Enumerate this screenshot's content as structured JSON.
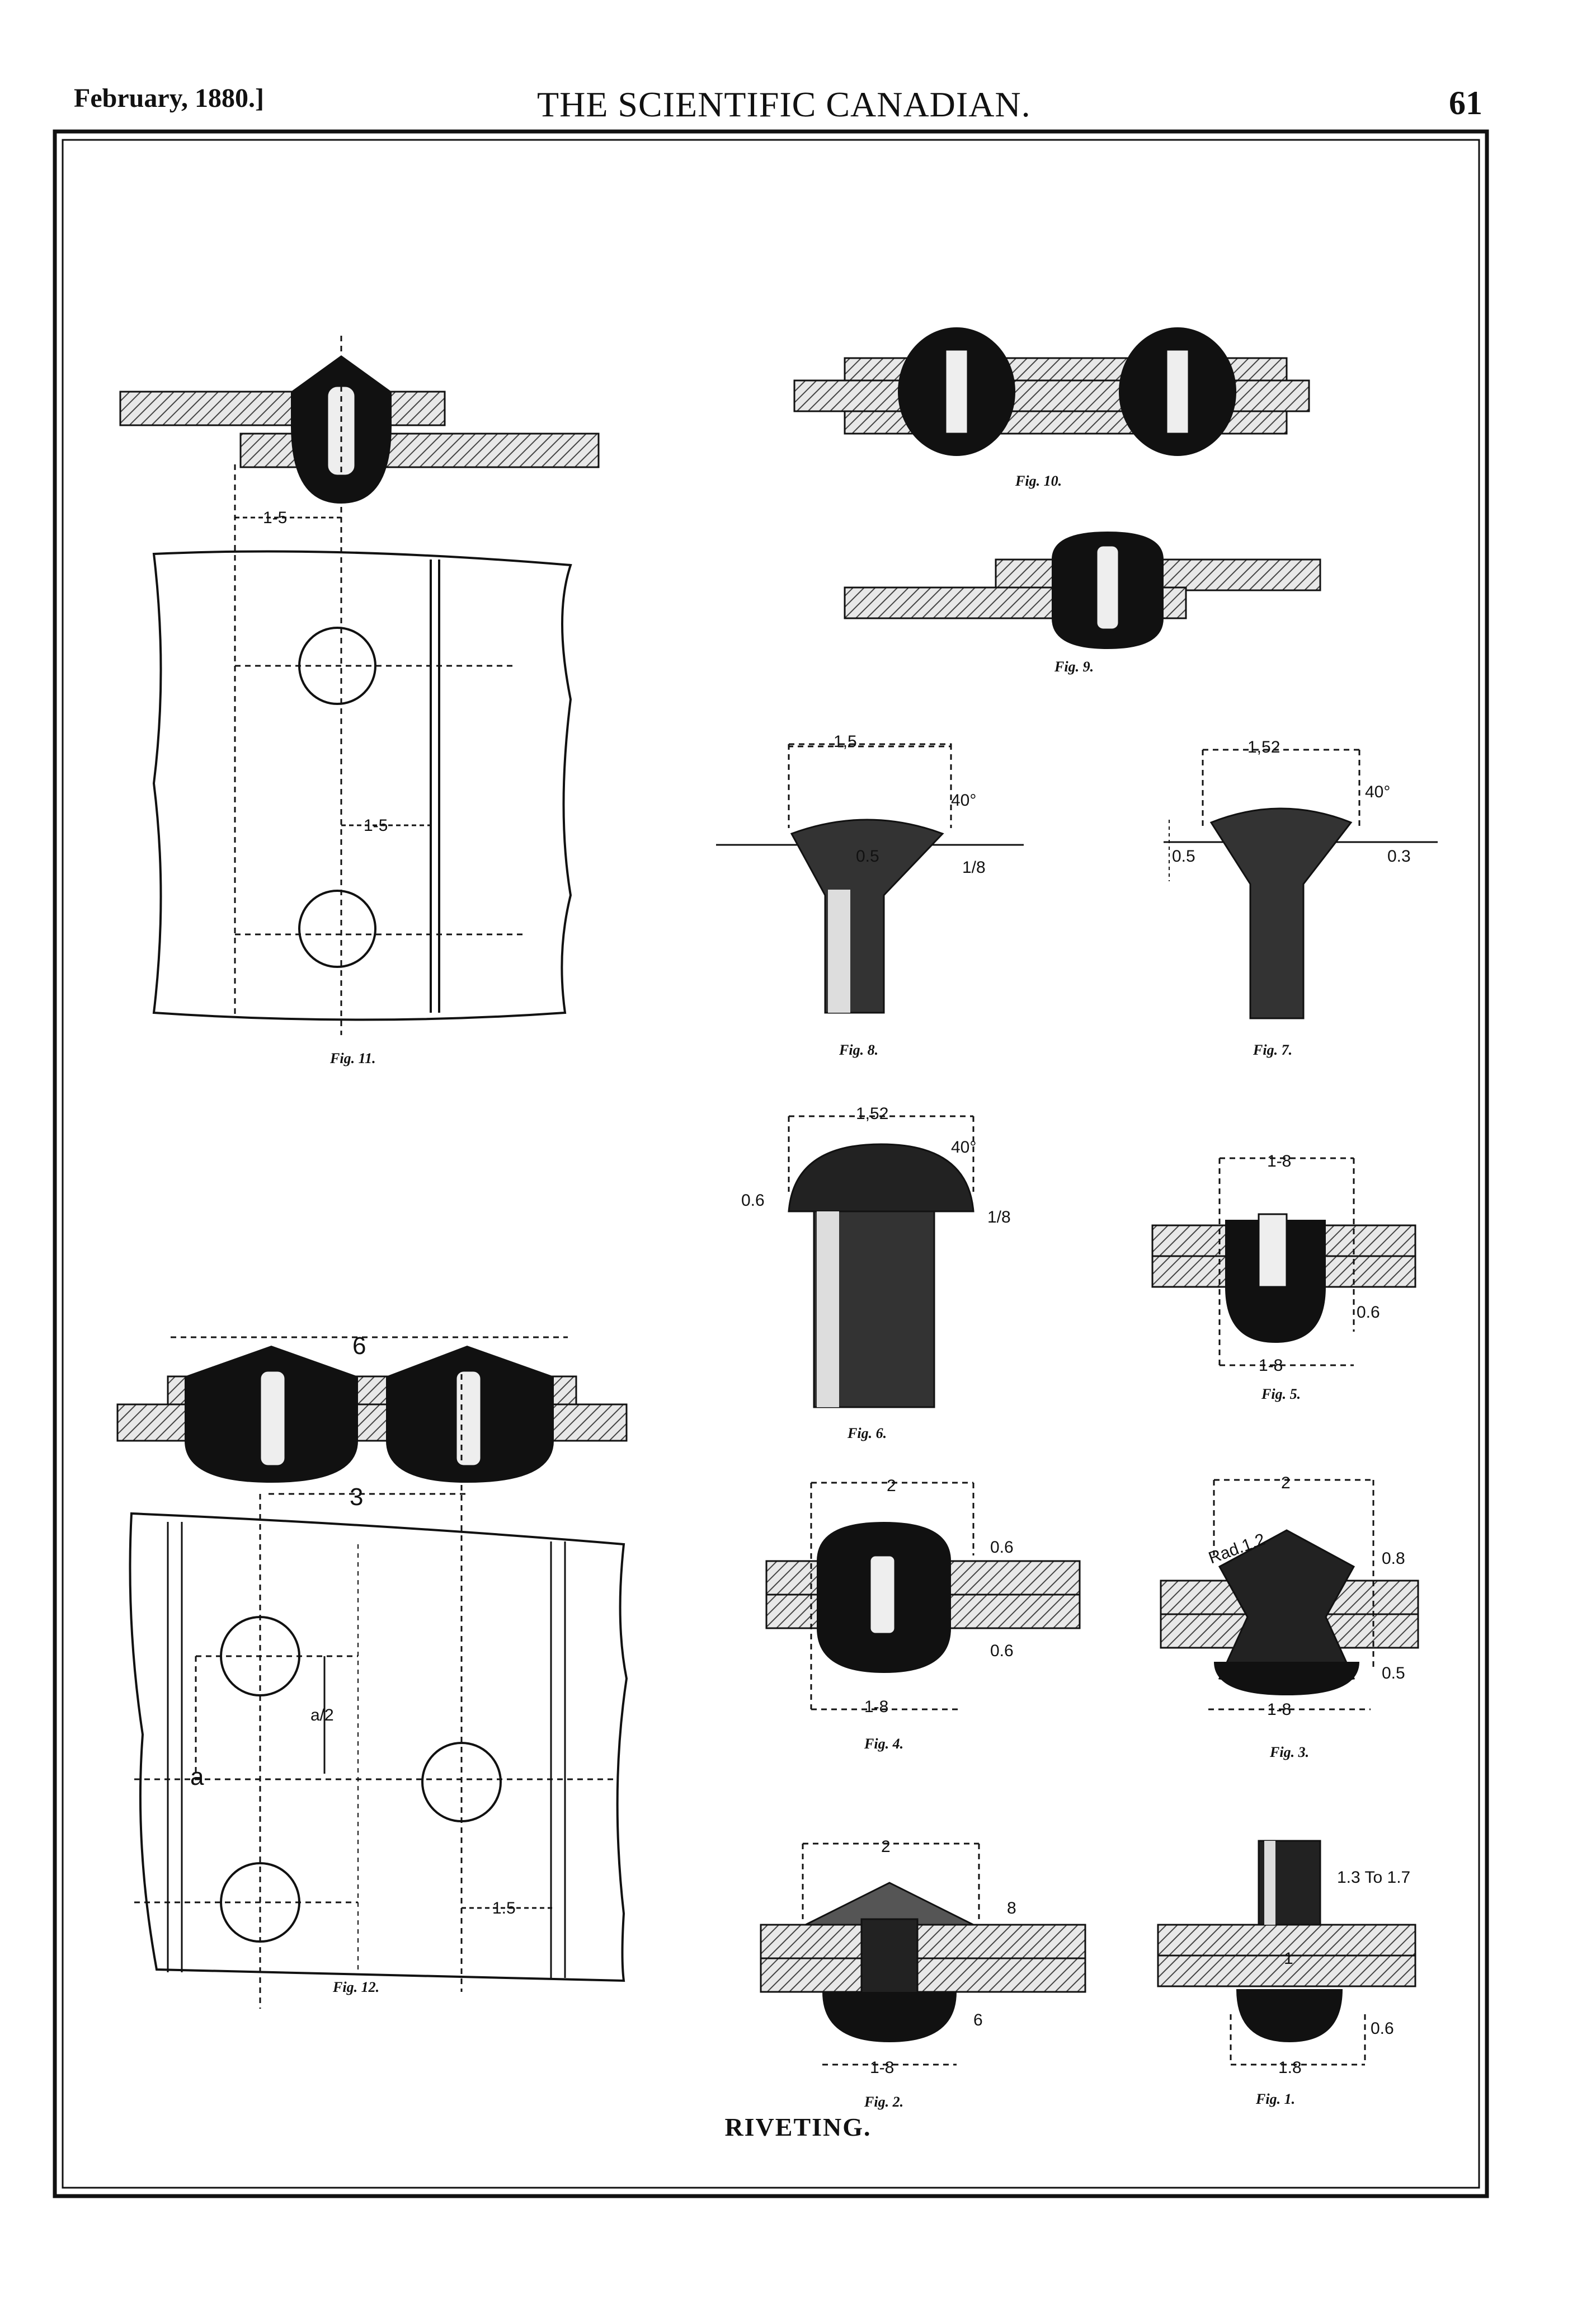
{
  "header": {
    "date": "February, 1880.]",
    "title": "THE SCIENTIFIC CANADIAN.",
    "page_number": "61"
  },
  "plate": {
    "caption": "RIVETING.",
    "figures": [
      {
        "id": "fig10",
        "label": "Fig. 10."
      },
      {
        "id": "fig9",
        "label": "Fig. 9."
      },
      {
        "id": "fig11",
        "label": "Fig. 11.",
        "dims": [
          "1-5",
          "1-5"
        ]
      },
      {
        "id": "fig8",
        "label": "Fig. 8.",
        "dims": [
          "1,5",
          "40°",
          "0.5",
          "1/8"
        ]
      },
      {
        "id": "fig7",
        "label": "Fig. 7.",
        "dims": [
          "1,52",
          "40°",
          "0.5",
          "0.3"
        ]
      },
      {
        "id": "fig6",
        "label": "Fig. 6.",
        "dims": [
          "1,52",
          "40°",
          "0.6",
          "1/8"
        ]
      },
      {
        "id": "fig5",
        "label": "Fig. 5.",
        "dims": [
          "1-8",
          "0.6",
          "1-8"
        ]
      },
      {
        "id": "fig12",
        "label": "Fig. 12.",
        "dims": [
          "6",
          "3",
          "a/2",
          "a",
          "1.5"
        ]
      },
      {
        "id": "fig4",
        "label": "Fig. 4.",
        "dims": [
          "2",
          "0.6",
          "0.6",
          "1-8"
        ]
      },
      {
        "id": "fig3",
        "label": "Fig. 3.",
        "dims": [
          "2",
          "Rad.1.2",
          "0.8",
          "0.5",
          "1-8"
        ]
      },
      {
        "id": "fig2",
        "label": "Fig. 2.",
        "dims": [
          "2",
          "8",
          "6",
          "1-8"
        ]
      },
      {
        "id": "fig1",
        "label": "Fig. 1.",
        "dims": [
          "1.3 To 1.7",
          "1",
          "0.6",
          "1.8"
        ]
      }
    ]
  }
}
